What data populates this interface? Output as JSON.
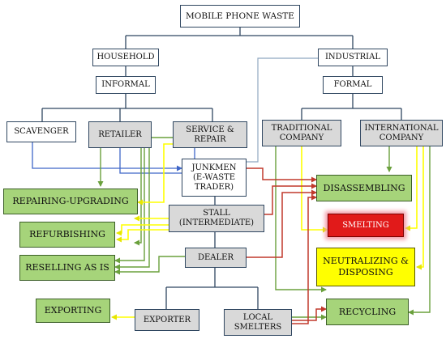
{
  "nodes": {
    "mobile_phone_waste": "MOBILE PHONE WASTE",
    "household": "HOUSEHOLD",
    "industrial": "INDUSTRIAL",
    "informal": "INFORMAL",
    "formal": "FORMAL",
    "scavenger": "SCAVENGER",
    "retailer": "RETAILER",
    "service_repair": [
      "SERVICE &",
      "REPAIR"
    ],
    "traditional_company": [
      "TRADITIONAL",
      "COMPANY"
    ],
    "international_company": [
      "INTERNATIONAL",
      "COMPANY"
    ],
    "junkmen": [
      "JUNKMEN",
      "(E-WASTE",
      "TRADER)"
    ],
    "stall": [
      "STALL",
      "(INTERMEDIATE)"
    ],
    "dealer": "DEALER",
    "exporter": "EXPORTER",
    "local_smelters": [
      "LOCAL",
      "SMELTERS"
    ],
    "repairing_upgrading": "REPAIRING-UPGRADING",
    "refurbishing": "REFURBISHING",
    "reselling_as_is": "RESELLING AS IS",
    "exporting": "EXPORTING",
    "disassembling": "DISASSEMBLING",
    "smelting": "SMELTING",
    "neutralizing_disposing": [
      "NEUTRALIZING &",
      "DISPOSING"
    ],
    "recycling": "RECYCLING"
  },
  "colors": {
    "tree_line": "#2f4660",
    "blue_flow": "#3f66c8",
    "green_flow": "#6aa03c",
    "yellow_flow": "#ffff00",
    "red_flow": "#c0392b",
    "grey_flow": "#8fa8c0",
    "green_box": "#a6d47a",
    "grey_box": "#d9d9d9",
    "red_box": "#e11a1a",
    "yellow_box": "#ffff00"
  }
}
